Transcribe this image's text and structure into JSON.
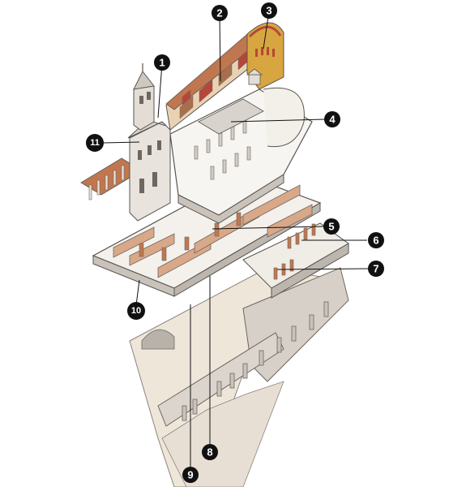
{
  "diagram": {
    "markers": [
      {
        "id": "1",
        "label": "1"
      },
      {
        "id": "2",
        "label": "2"
      },
      {
        "id": "3",
        "label": "3"
      },
      {
        "id": "4",
        "label": "4"
      },
      {
        "id": "5",
        "label": "5"
      },
      {
        "id": "6",
        "label": "6"
      },
      {
        "id": "7",
        "label": "7"
      },
      {
        "id": "8",
        "label": "8"
      },
      {
        "id": "9",
        "label": "9"
      },
      {
        "id": "10",
        "label": "10"
      },
      {
        "id": "11",
        "label": "11"
      }
    ],
    "colors": {
      "stone_shadow": "#c9c3bc",
      "plaster": "#f4f1ec",
      "terracotta": "#c0774f",
      "ink": "#5a5550",
      "fresco_gold": "#d7a640",
      "apse_red": "#b5473a",
      "marker": "#111111"
    }
  }
}
